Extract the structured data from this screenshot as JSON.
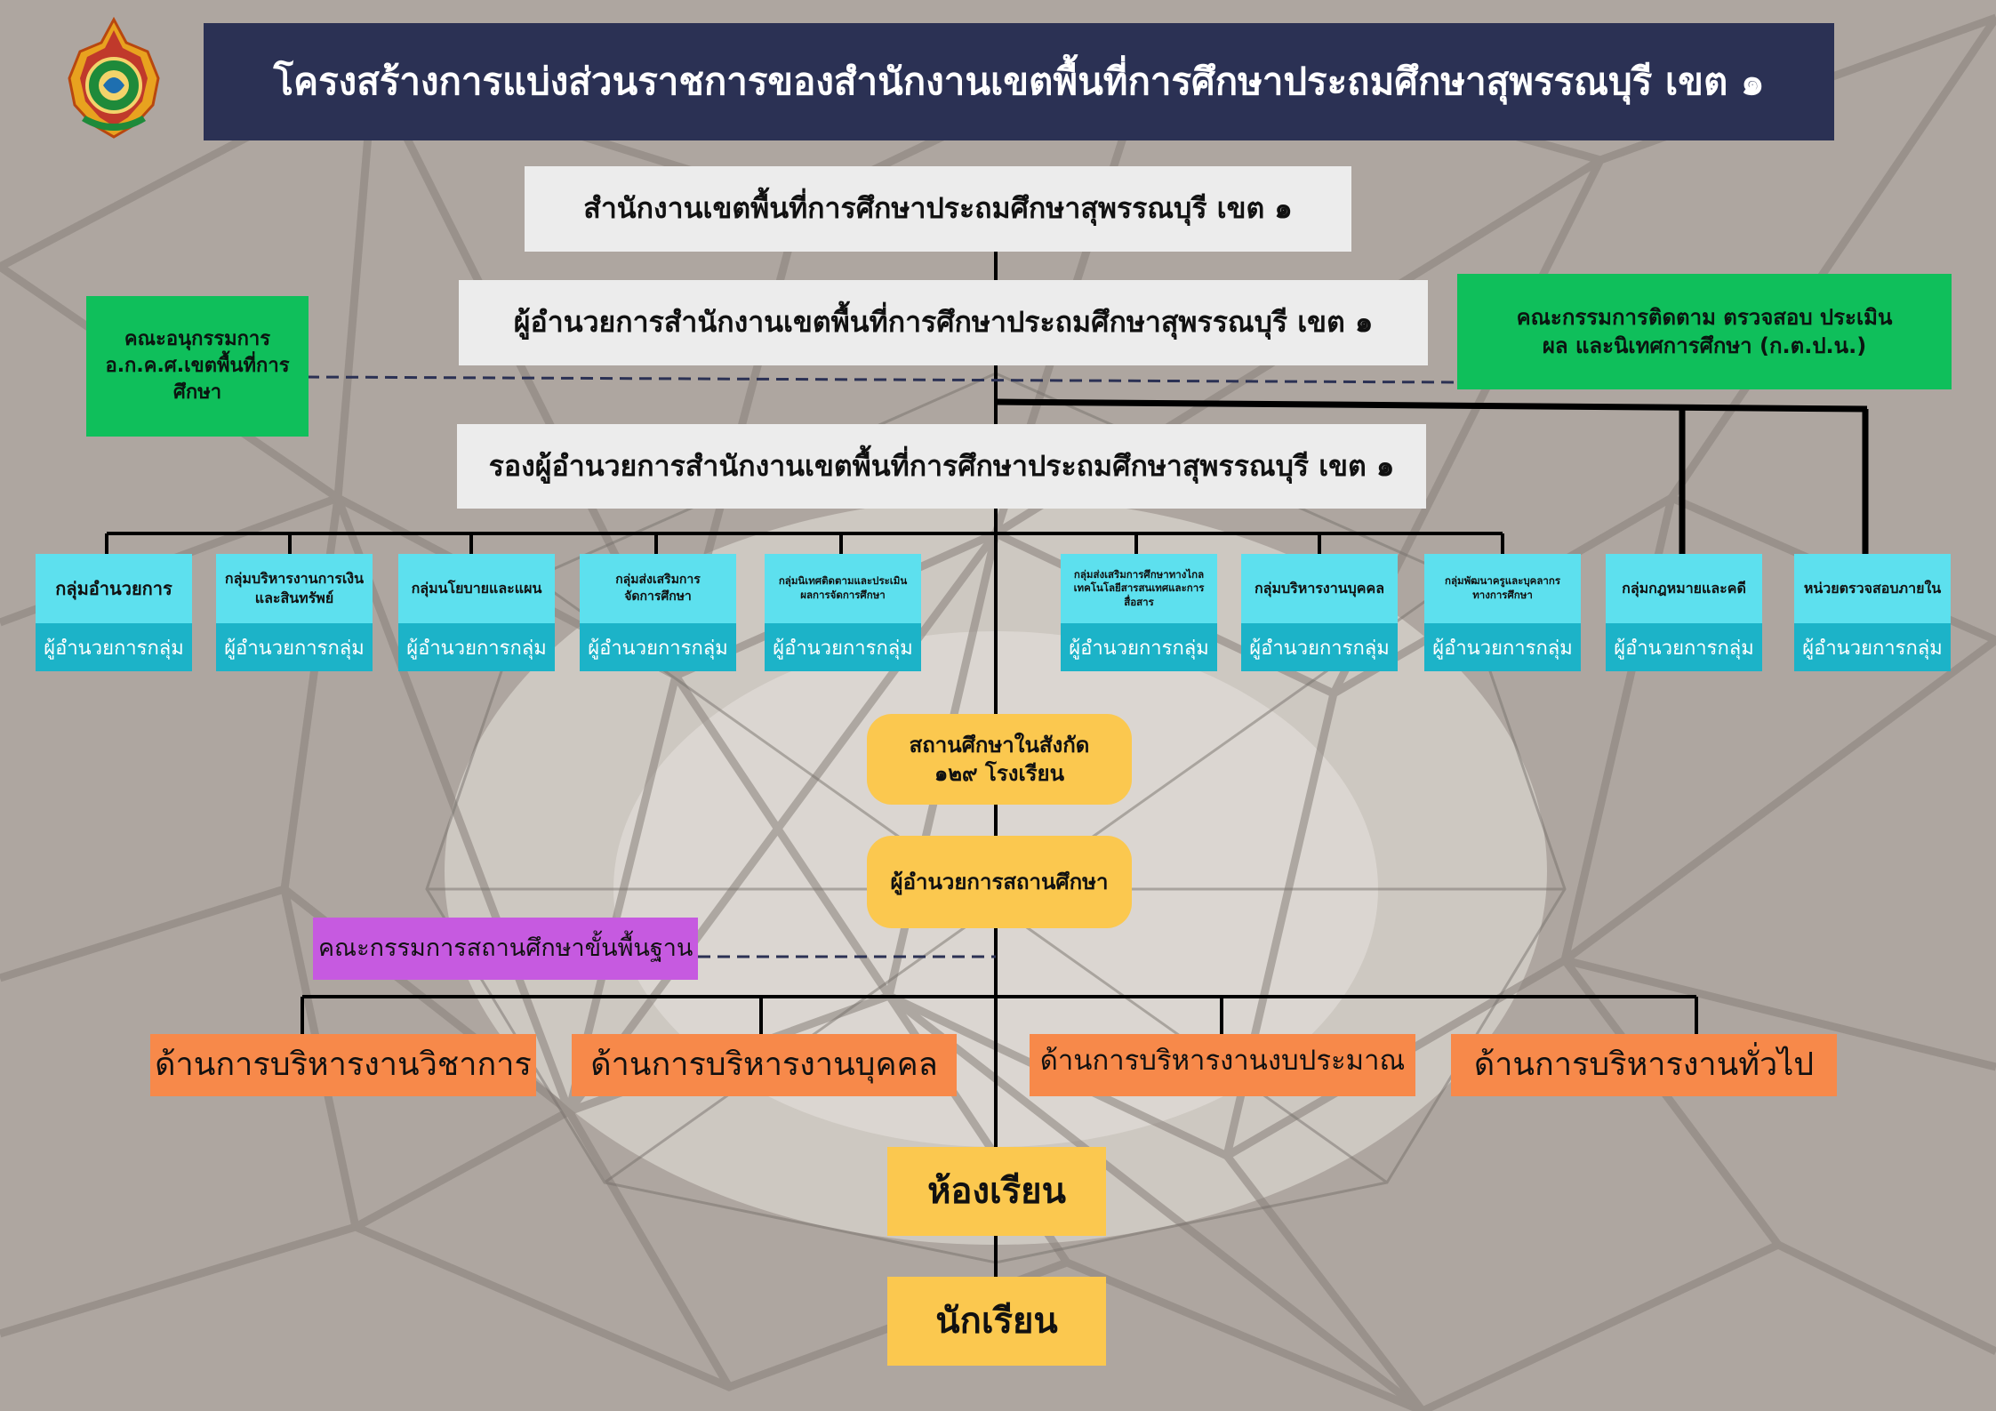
{
  "header": {
    "title": "โครงสร้างการแบ่งส่วนราชการของสำนักงานเขตพื้นที่การศึกษาประถมศึกษาสุพรรณบุรี เขต ๑"
  },
  "logo": {
    "icon": "obec-emblem-icon"
  },
  "org": {
    "office": "สำนักงานเขตพื้นที่การศึกษาประถมศึกษาสุพรรณบุรี เขต ๑",
    "director": "ผู้อำนวยการสำนักงานเขตพื้นที่การศึกษาประถมศึกษาสุพรรณบุรี เขต ๑",
    "deputy": "รองผู้อำนวยการสำนักงานเขตพื้นที่การศึกษาประถมศึกษาสุพรรณบุรี เขต ๑",
    "subcommittee": "คณะอนุกรรมการ อ.ก.ค.ศ.เขตพื้นที่การศึกษา",
    "monitoring_committee": "คณะกรรมการติดตาม ตรวจสอบ ประเมินผล และนิเทศการศึกษา (ก.ต.ป.น.)"
  },
  "groups": [
    {
      "name": "กลุ่มอำนวยการ",
      "head": "ผู้อำนวยการกลุ่ม"
    },
    {
      "name": "กลุ่มบริหารงานการเงินและสินทรัพย์",
      "head": "ผู้อำนวยการกลุ่ม"
    },
    {
      "name": "กลุ่มนโยบายและแผน",
      "head": "ผู้อำนวยการกลุ่ม"
    },
    {
      "name": "กลุ่มส่งเสริมการจัดการศึกษา",
      "head": "ผู้อำนวยการกลุ่ม"
    },
    {
      "name": "กลุ่มนิเทศติดตามและประเมินผลการจัดการศึกษา",
      "head": "ผู้อำนวยการกลุ่ม"
    },
    {
      "name": "กลุ่มส่งเสริมการศึกษาทางไกลเทคโนโลยีสารสนเทศและการสื่อสาร",
      "head": "ผู้อำนวยการกลุ่ม"
    },
    {
      "name": "กลุ่มบริหารงานบุคคล",
      "head": "ผู้อำนวยการกลุ่ม"
    },
    {
      "name": "กลุ่มพัฒนาครูและบุคลากรทางการศึกษา",
      "head": "ผู้อำนวยการกลุ่ม"
    },
    {
      "name": "กลุ่มกฎหมายและคดี",
      "head": "ผู้อำนวยการกลุ่ม"
    },
    {
      "name": "หน่วยตรวจสอบภายใน",
      "head": "ผู้อำนวยการกลุ่ม"
    }
  ],
  "schools": {
    "label": "สถานศึกษาในสังกัด ๑๒๙ โรงเรียน",
    "director": "ผู้อำนวยการสถานศึกษา",
    "board": "คณะกรรมการสถานศึกษาขั้นพื้นฐาน"
  },
  "admin_areas": [
    "ด้านการบริหารงานวิชาการ",
    "ด้านการบริหารงานบุคคล",
    "ด้านการบริหารงานงบประมาณ",
    "ด้านการบริหารงานทั่วไป"
  ],
  "classroom": "ห้องเรียน",
  "students": "นักเรียน",
  "colors": {
    "title_bg": "#2b3154",
    "office_bg": "#ececec",
    "committee_bg": "#0fbf5b",
    "group_top": "#5de0ee",
    "group_bottom": "#1cb3c8",
    "school_bg": "#fbc84f",
    "board_bg": "#c65ae0",
    "area_bg": "#f7894a"
  }
}
